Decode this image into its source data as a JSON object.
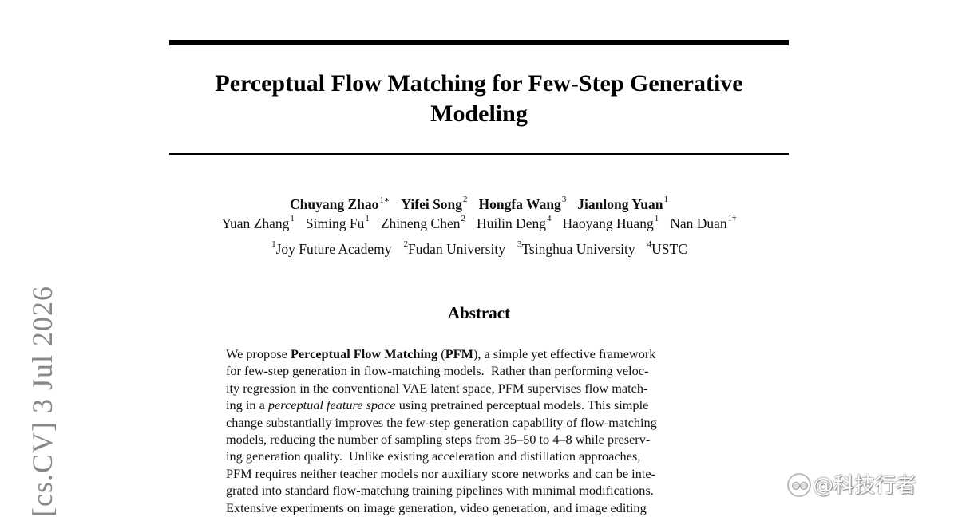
{
  "title_lines": [
    "Perceptual Flow Matching for Few-Step Generative",
    "Modeling"
  ],
  "authors_row1": [
    {
      "name": "Chuyang Zhao",
      "sup": "1∗"
    },
    {
      "name": "Yifei Song",
      "sup": "2"
    },
    {
      "name": "Hongfa Wang",
      "sup": "3"
    },
    {
      "name": "Jianlong Yuan",
      "sup": "1"
    }
  ],
  "authors_row2": [
    {
      "name": "Yuan Zhang",
      "sup": "1"
    },
    {
      "name": "Siming Fu",
      "sup": "1"
    },
    {
      "name": "Zhineng Chen",
      "sup": "2"
    },
    {
      "name": "Huilin Deng",
      "sup": "4"
    },
    {
      "name": "Haoyang Huang",
      "sup": "1"
    },
    {
      "name": "Nan Duan",
      "sup": "1†"
    }
  ],
  "affiliations": [
    {
      "sup": "1",
      "name": "Joy Future Academy"
    },
    {
      "sup": "2",
      "name": "Fudan University"
    },
    {
      "sup": "3",
      "name": "Tsinghua University"
    },
    {
      "sup": "4",
      "name": "USTC"
    }
  ],
  "abstract_heading": "Abstract",
  "abstract_lines": [
    [
      {
        "t": "We propose "
      },
      {
        "t": "Perceptual Flow Matching",
        "b": true
      },
      {
        "t": " ("
      },
      {
        "t": "PFM",
        "b": true
      },
      {
        "t": "), a simple yet effective framework"
      }
    ],
    [
      {
        "t": "for few-step generation in flow-matching models.  Rather than performing veloc-"
      }
    ],
    [
      {
        "t": "ity regression in the conventional VAE latent space, PFM supervises flow match-"
      }
    ],
    [
      {
        "t": "ing in a "
      },
      {
        "t": "perceptual feature space",
        "i": true
      },
      {
        "t": " using pretrained perceptual models. This simple"
      }
    ],
    [
      {
        "t": "change substantially improves the few-step generation capability of flow-matching"
      }
    ],
    [
      {
        "t": "models, reducing the number of sampling steps from 35–50 to 4–8 while preserv-"
      }
    ],
    [
      {
        "t": "ing generation quality.  Unlike existing acceleration and distillation approaches,"
      }
    ],
    [
      {
        "t": "PFM requires neither teacher models nor auxiliary score networks and can be inte-"
      }
    ],
    [
      {
        "t": "grated into standard flow-matching training pipelines with minimal modifications."
      }
    ],
    [
      {
        "t": "Extensive experiments on image generation, video generation, and image editing"
      }
    ]
  ],
  "arxiv_stamp": "[cs.CV]  3 Jul 2026",
  "watermark_text": "@科技行者"
}
